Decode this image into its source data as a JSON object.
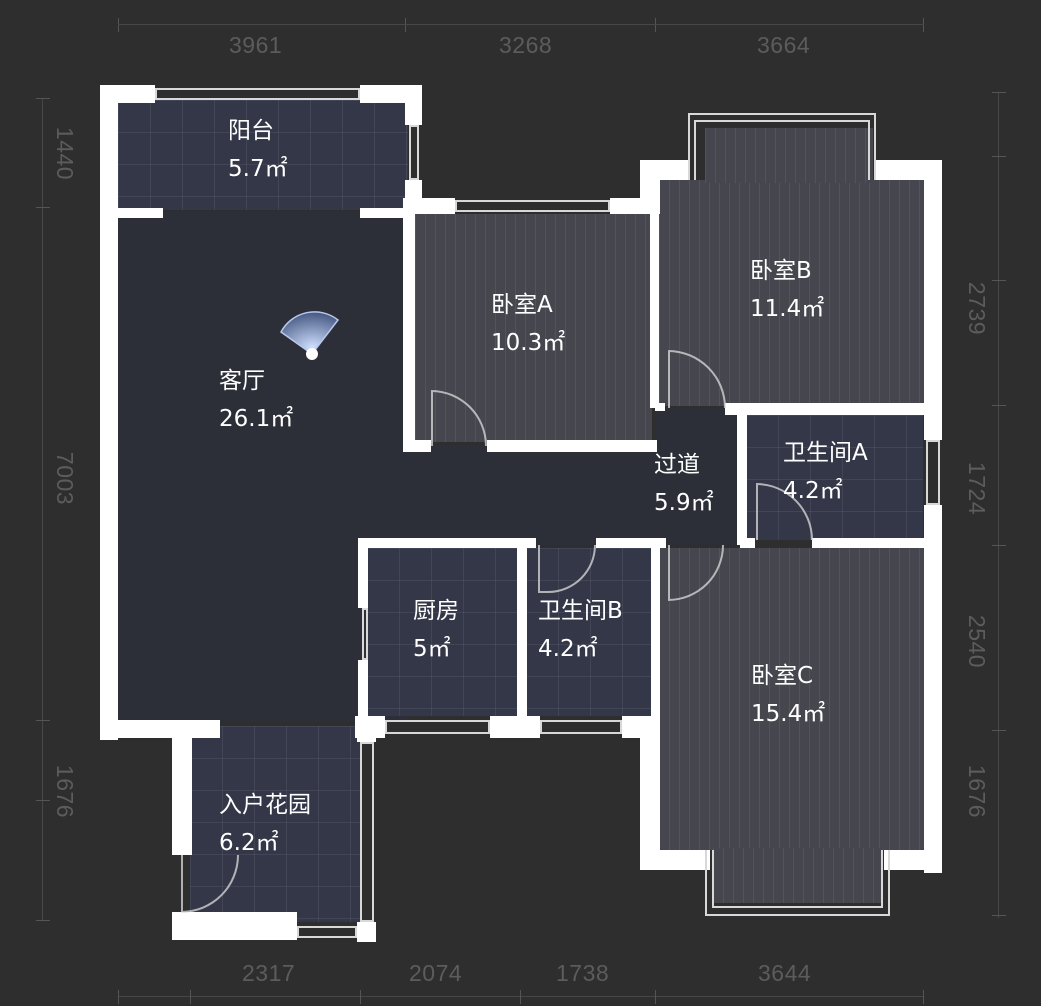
{
  "floorplan": {
    "unit": "mm",
    "area_unit": "m²",
    "rooms": [
      {
        "id": "balcony",
        "name": "阳台",
        "area": "5.7㎡"
      },
      {
        "id": "living",
        "name": "客厅",
        "area": "26.1㎡"
      },
      {
        "id": "bedroom_a",
        "name": "卧室A",
        "area": "10.3㎡"
      },
      {
        "id": "bedroom_b",
        "name": "卧室B",
        "area": "11.4㎡"
      },
      {
        "id": "hallway",
        "name": "过道",
        "area": "5.9㎡"
      },
      {
        "id": "bathroom_a",
        "name": "卫生间A",
        "area": "4.2㎡"
      },
      {
        "id": "kitchen",
        "name": "厨房",
        "area": "5㎡"
      },
      {
        "id": "bathroom_b",
        "name": "卫生间B",
        "area": "4.2㎡"
      },
      {
        "id": "bedroom_c",
        "name": "卧室C",
        "area": "15.4㎡"
      },
      {
        "id": "entry_garden",
        "name": "入户花园",
        "area": "6.2㎡"
      }
    ],
    "dimensions": {
      "top": [
        "3961",
        "3268",
        "3664"
      ],
      "bottom": [
        "2317",
        "2074",
        "1738",
        "3644"
      ],
      "left": [
        "1440",
        "7003",
        "1676"
      ],
      "right": [
        "2739",
        "1724",
        "2540",
        "1676"
      ]
    },
    "viewer": {
      "icon": "camera-fov-icon",
      "location": "客厅"
    },
    "colors": {
      "background": "#2e2e2e",
      "wall": "#ffffff",
      "tile_floor": "#343748",
      "wood_floor": "#46464f",
      "living_floor": "#2c2f38",
      "dimension_text": "#5c5c5c",
      "fov_accent": "#7fa0e0"
    }
  }
}
